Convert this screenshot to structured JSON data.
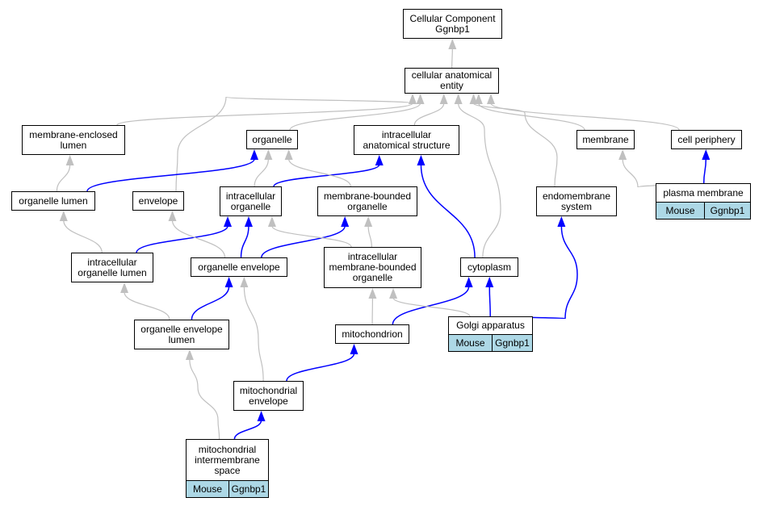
{
  "colors": {
    "is_a": "#c0c0c0",
    "part_of": "#0000ff",
    "annotation": "#add8e6"
  },
  "nodes": [
    {
      "id": "root",
      "label": "Cellular Component\nGgnbp1"
    },
    {
      "id": "cae",
      "label": "cellular anatomical\nentity"
    },
    {
      "id": "mel",
      "label": "membrane-enclosed\nlumen"
    },
    {
      "id": "organelle",
      "label": "organelle"
    },
    {
      "id": "ias",
      "label": "intracellular\nanatomical structure"
    },
    {
      "id": "membrane",
      "label": "membrane"
    },
    {
      "id": "cellper",
      "label": "cell periphery"
    },
    {
      "id": "orglumen",
      "label": "organelle lumen"
    },
    {
      "id": "envelope",
      "label": "envelope"
    },
    {
      "id": "intorg",
      "label": "intracellular\norganelle"
    },
    {
      "id": "mbo",
      "label": "membrane-bounded\norganelle"
    },
    {
      "id": "endo",
      "label": "endomembrane\nsystem"
    },
    {
      "id": "pm",
      "label": "plasma membrane",
      "annotation": [
        "Mouse",
        "Ggnbp1"
      ]
    },
    {
      "id": "iol",
      "label": "intracellular\norganelle lumen"
    },
    {
      "id": "orgenv",
      "label": "organelle envelope"
    },
    {
      "id": "imbo",
      "label": "intracellular\nmembrane-bounded\norganelle"
    },
    {
      "id": "cyto",
      "label": "cytoplasm"
    },
    {
      "id": "oel",
      "label": "organelle envelope\nlumen"
    },
    {
      "id": "mito",
      "label": "mitochondrion"
    },
    {
      "id": "golgi",
      "label": "Golgi apparatus",
      "annotation": [
        "Mouse",
        "Ggnbp1"
      ]
    },
    {
      "id": "mitoenv",
      "label": "mitochondrial\nenvelope"
    },
    {
      "id": "mims",
      "label": "mitochondrial\nintermembrane\nspace",
      "annotation": [
        "Mouse",
        "Ggnbp1"
      ]
    }
  ],
  "edges": [
    {
      "from": "cae",
      "to": "root",
      "type": "is_a"
    },
    {
      "from": "mel",
      "to": "cae",
      "type": "is_a"
    },
    {
      "from": "organelle",
      "to": "cae",
      "type": "is_a"
    },
    {
      "from": "ias",
      "to": "cae",
      "type": "is_a"
    },
    {
      "from": "membrane",
      "to": "cae",
      "type": "is_a"
    },
    {
      "from": "cellper",
      "to": "cae",
      "type": "is_a"
    },
    {
      "from": "envelope",
      "to": "cae",
      "type": "is_a"
    },
    {
      "from": "endo",
      "to": "cae",
      "type": "is_a"
    },
    {
      "from": "cyto",
      "to": "cae",
      "type": "is_a"
    },
    {
      "from": "orglumen",
      "to": "mel",
      "type": "is_a"
    },
    {
      "from": "orglumen",
      "to": "organelle",
      "type": "part_of"
    },
    {
      "from": "intorg",
      "to": "organelle",
      "type": "is_a"
    },
    {
      "from": "intorg",
      "to": "ias",
      "type": "part_of"
    },
    {
      "from": "mbo",
      "to": "organelle",
      "type": "is_a"
    },
    {
      "from": "pm",
      "to": "membrane",
      "type": "is_a"
    },
    {
      "from": "pm",
      "to": "cellper",
      "type": "part_of"
    },
    {
      "from": "iol",
      "to": "orglumen",
      "type": "is_a"
    },
    {
      "from": "iol",
      "to": "intorg",
      "type": "part_of"
    },
    {
      "from": "orgenv",
      "to": "envelope",
      "type": "is_a"
    },
    {
      "from": "orgenv",
      "to": "intorg",
      "type": "part_of"
    },
    {
      "from": "orgenv",
      "to": "mbo",
      "type": "part_of"
    },
    {
      "from": "imbo",
      "to": "intorg",
      "type": "is_a"
    },
    {
      "from": "imbo",
      "to": "mbo",
      "type": "is_a"
    },
    {
      "from": "cyto",
      "to": "ias",
      "type": "part_of"
    },
    {
      "from": "oel",
      "to": "iol",
      "type": "is_a"
    },
    {
      "from": "oel",
      "to": "orgenv",
      "type": "part_of"
    },
    {
      "from": "mito",
      "to": "imbo",
      "type": "is_a"
    },
    {
      "from": "mito",
      "to": "cyto",
      "type": "part_of"
    },
    {
      "from": "golgi",
      "to": "imbo",
      "type": "is_a"
    },
    {
      "from": "golgi",
      "to": "cyto",
      "type": "part_of"
    },
    {
      "from": "golgi",
      "to": "endo",
      "type": "part_of"
    },
    {
      "from": "mitoenv",
      "to": "orgenv",
      "type": "is_a"
    },
    {
      "from": "mitoenv",
      "to": "mito",
      "type": "part_of"
    },
    {
      "from": "mims",
      "to": "oel",
      "type": "is_a"
    },
    {
      "from": "mims",
      "to": "mitoenv",
      "type": "part_of"
    }
  ]
}
